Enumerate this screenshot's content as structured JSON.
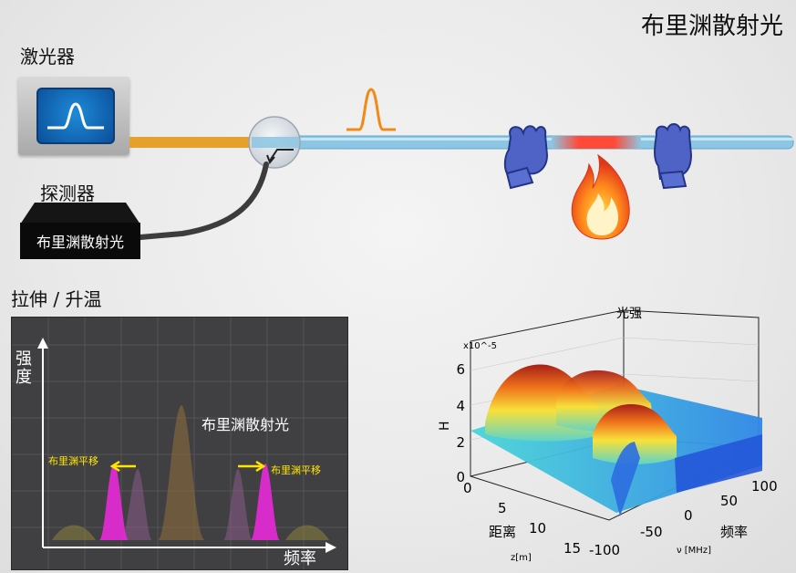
{
  "title": "布里渊散射光",
  "laser": {
    "label": "激光器"
  },
  "detector": {
    "label": "探测器",
    "screen_text": "布里渊散射光"
  },
  "stretch_heat_label": "拉伸 / 升温",
  "spectrum_panel": {
    "y_label": "强度",
    "x_label": "频率",
    "center_label": "布里渊散射光",
    "left_shift_label": "布里渊平移",
    "right_shift_label": "布里渊平移"
  },
  "chart_data": {
    "type": "surface",
    "title": "光强",
    "z_label": "H",
    "z_scale": "x10^-5",
    "z_ticks": [
      "0",
      "2",
      "4",
      "6"
    ],
    "x_label_cn": "距离",
    "x_label": "z[m]",
    "x_ticks": [
      "0",
      "5",
      "10",
      "15"
    ],
    "y_label_cn": "频率",
    "y_label": "ν [MHz]",
    "y_ticks": [
      "-100",
      "-50",
      "0",
      "50",
      "100"
    ]
  },
  "colors": {
    "fiber_orange": "#e6a12b",
    "fiber_blue": "#8cc6e3",
    "hot_spot": "#ff3b30",
    "panel_bg": "#404042",
    "peak_magenta": "#e82ad9",
    "shift_yellow": "#ffe400"
  }
}
